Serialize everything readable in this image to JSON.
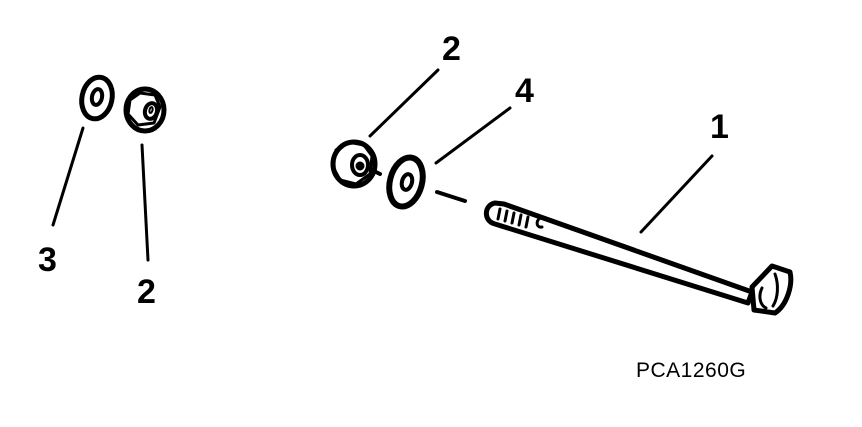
{
  "diagram": {
    "type": "exploded parts view",
    "figure_id": "PCA1260G",
    "callouts": [
      {
        "label": "3",
        "part": "washer (left group)"
      },
      {
        "label": "2",
        "part": "lock nut (left group)"
      },
      {
        "label": "2",
        "part": "lock nut (center group)"
      },
      {
        "label": "4",
        "part": "washer (center group)"
      },
      {
        "label": "1",
        "part": "bolt"
      }
    ],
    "colors": {
      "ink": "#000000",
      "background": "#ffffff"
    }
  }
}
